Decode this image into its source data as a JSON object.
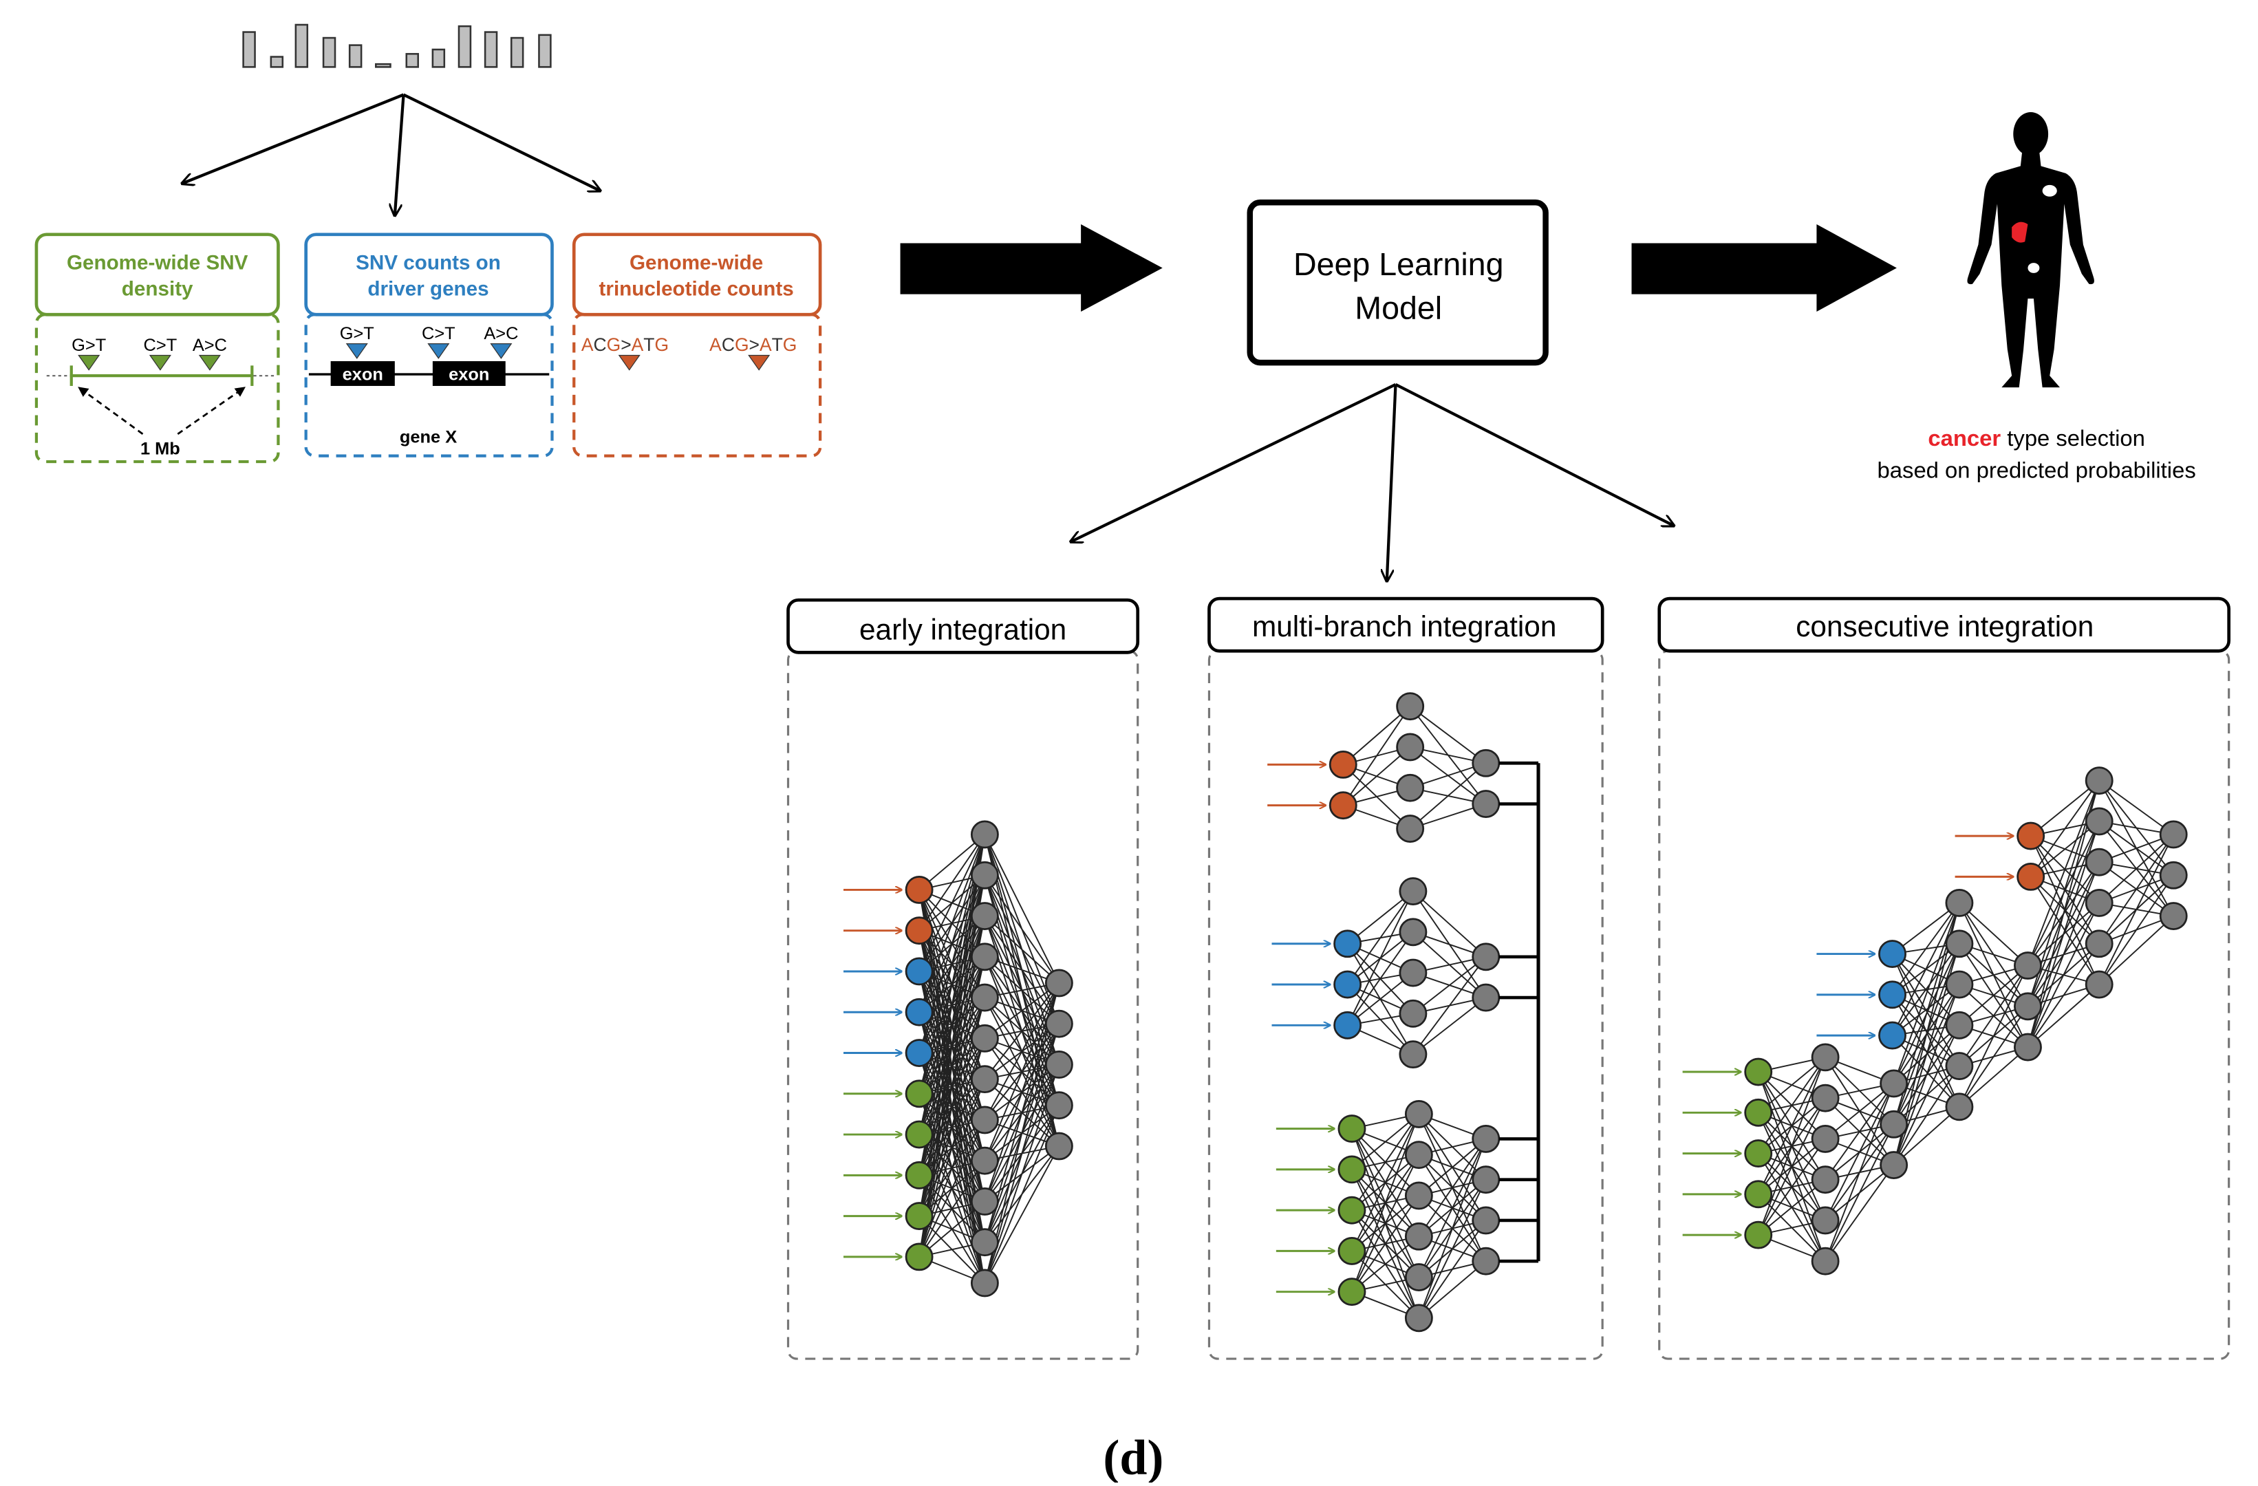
{
  "colors": {
    "green": "#6a9a33",
    "blue": "#2e7fc0",
    "orange": "#c8572a",
    "gray_node": "#7b7b7b",
    "red": "#e8232a",
    "black": "#000000"
  },
  "features": [
    {
      "title_line1": "Genome-wide SNV",
      "title_line2": "density",
      "mutations": [
        "G>T",
        "C>T",
        "A>C"
      ],
      "scale_label": "1 Mb"
    },
    {
      "title_line1": "SNV counts on",
      "title_line2": "driver genes",
      "mutations": [
        "G>T",
        "C>T",
        "A>C"
      ],
      "exon_labels": [
        "exon",
        "exon"
      ],
      "gene_label": "gene X"
    },
    {
      "title_line1": "Genome-wide",
      "title_line2": "trinucleotide counts",
      "trinucleotides": [
        {
          "pre": "A",
          "c1": "C",
          "mid": "G",
          "arrow": ">",
          "post1": "A",
          "post2": "T",
          "post3": "G"
        },
        {
          "pre": "A",
          "c1": "C",
          "mid": "G",
          "arrow": ">",
          "post1": "A",
          "post2": "T",
          "post3": "G"
        }
      ]
    }
  ],
  "model": {
    "line1": "Deep Learning",
    "line2": "Model"
  },
  "output": {
    "keyword": "cancer",
    "rest_line1": " type selection",
    "line2": "based on predicted probabilities"
  },
  "integrations": [
    {
      "label": "early integration"
    },
    {
      "label": "multi-branch integration"
    },
    {
      "label": "consecutive integration"
    }
  ],
  "panel_label": "(d)"
}
